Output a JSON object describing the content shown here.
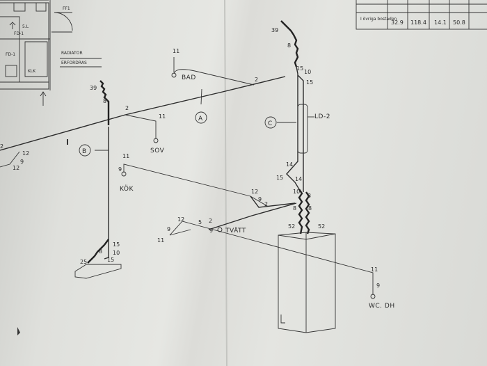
{
  "title_block": {
    "headers": [
      "",
      "",
      "",
      "",
      ""
    ],
    "row_label": "I övriga bostaden",
    "values": [
      "32.9",
      "118.4",
      "14.1",
      "50.8"
    ]
  },
  "floorplan": {
    "labels": {
      "ff1": "FF1",
      "fd1_top": "FD-1",
      "fd1": "FD-1",
      "klk": "KLK",
      "radiator": "RADIATOR",
      "erfordras": "ERFORDRAS",
      "si": "5.L"
    }
  },
  "fixtures": {
    "bad": "BAD",
    "sov": "SOV",
    "kok": "KÖK",
    "tvatt": "TVÄTT",
    "wc_dh": "WC. DH",
    "ld2": "LD-2"
  },
  "circuits": {
    "a": "A",
    "b": "B",
    "c": "C"
  },
  "dims": {
    "d39_right": "39",
    "d8_right": "8",
    "d15_top": "15",
    "d10_top": "10",
    "d15_top2": "15",
    "d11_bad": "11",
    "d2_bad": "2",
    "d39_left": "39",
    "d8_left": "8",
    "d2_sov": "2",
    "d11_sov": "11",
    "d2_far_left": "2",
    "d12_left": "12",
    "d9_left": "9",
    "d12_left2": "12",
    "d11_kok": "11",
    "d9_kok": "9",
    "d12_mid": "12",
    "d9_mid": "9",
    "d2_mid": "2",
    "d14_a": "14",
    "d15_mid": "15",
    "d14_b": "14",
    "d10_mid": "10",
    "d3_mid": "3",
    "d8_mid": "8",
    "d8_mid2": "8",
    "d52_a": "52",
    "d52_b": "52",
    "d12_tv": "12",
    "d5_tv": "5",
    "d2_tv": "2",
    "d9_tv": "9",
    "d9_tv_left": "9",
    "d11_tv_left": "11",
    "d11_wc": "11",
    "d9_wc": "9",
    "d15_b": "15",
    "d10_b": "10",
    "d8_b": "8",
    "d25_b": "25",
    "d15_b2": "15"
  }
}
